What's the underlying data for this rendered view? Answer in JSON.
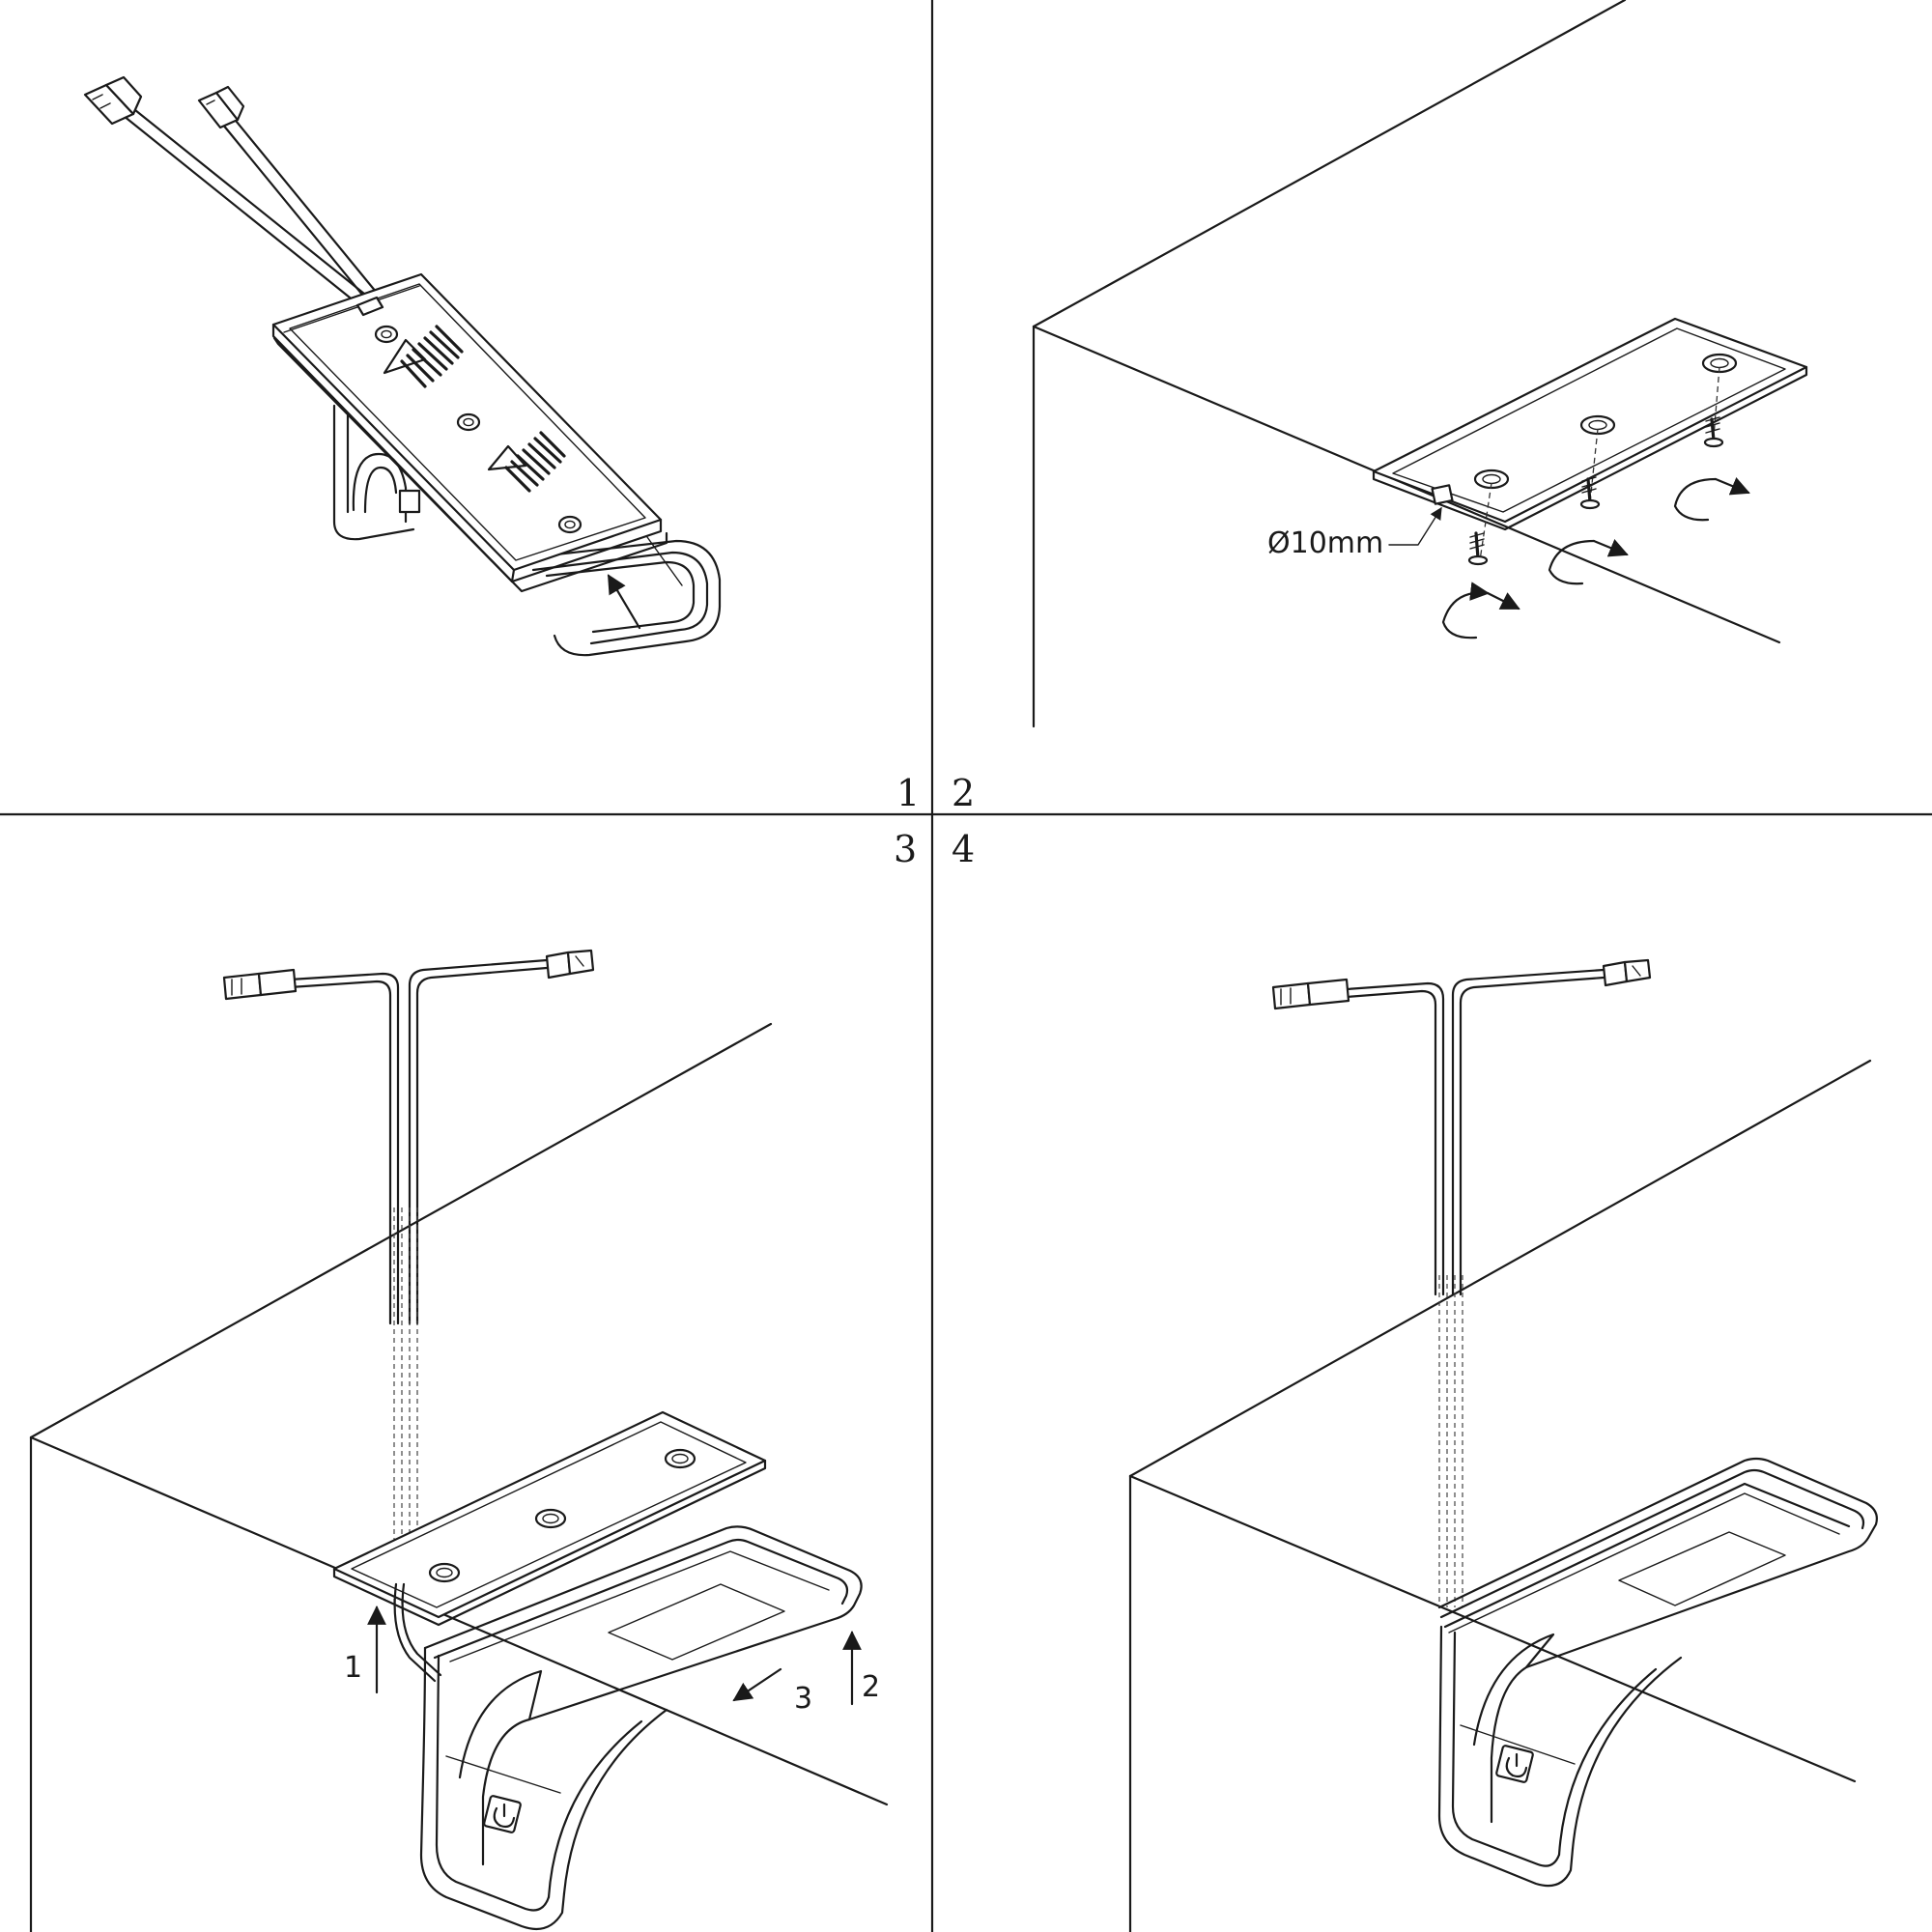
{
  "panels": [
    {
      "number": "1"
    },
    {
      "number": "2",
      "dimension_label": "Ø10mm"
    },
    {
      "number": "3",
      "order_labels": [
        "1",
        "2",
        "3"
      ]
    },
    {
      "number": "4"
    }
  ]
}
